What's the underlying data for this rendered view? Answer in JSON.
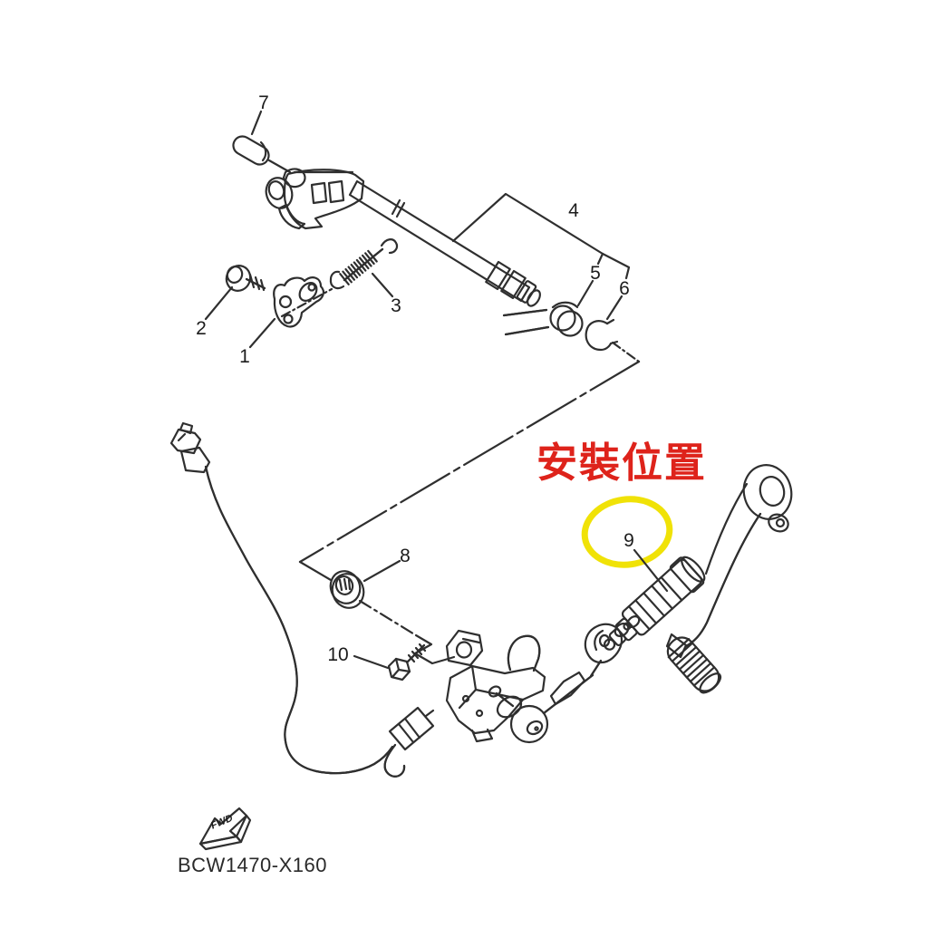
{
  "colors": {
    "annotation_red": "#de231b",
    "highlight_yellow": "#f0e207",
    "line_art": "#2f2f2f",
    "background": "#ffffff"
  },
  "annotation": {
    "text": "安裝位置"
  },
  "highlight": {
    "highlighted_callout": "9",
    "shape": "ellipse"
  },
  "callouts": [
    {
      "text": "7"
    },
    {
      "text": "2"
    },
    {
      "text": "1"
    },
    {
      "text": "3"
    },
    {
      "text": "4"
    },
    {
      "text": "5"
    },
    {
      "text": "6"
    },
    {
      "text": "8"
    },
    {
      "text": "9"
    },
    {
      "text": "10"
    }
  ],
  "footer": {
    "fwd_label": "FWD",
    "part_code": "BCW1470-X160"
  }
}
